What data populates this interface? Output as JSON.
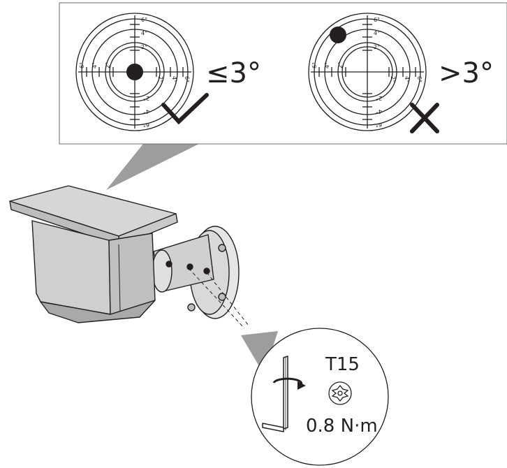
{
  "level_check": {
    "ok": {
      "label": "≤3°",
      "ticks": [
        "6°",
        "4°",
        "2°",
        "2°",
        "4°",
        "6°",
        "2°",
        "4°",
        "6°",
        "2°",
        "4°",
        "6°"
      ]
    },
    "bad": {
      "label": ">3°",
      "ticks": [
        "6°",
        "4°",
        "2°",
        "2°",
        "4°",
        "6°",
        "2°",
        "4°",
        "6°",
        "2°",
        "4°",
        "6°"
      ]
    }
  },
  "tool": {
    "bit": "T15",
    "torque": "0.8 N·m"
  },
  "colors": {
    "ink": "#231f20",
    "callout": "#9d9d9f",
    "panel_border": "#6d6e71"
  },
  "icons": [
    "check-icon",
    "cross-icon",
    "rotate-arrow-icon",
    "torx-icon",
    "allen-key-icon"
  ]
}
